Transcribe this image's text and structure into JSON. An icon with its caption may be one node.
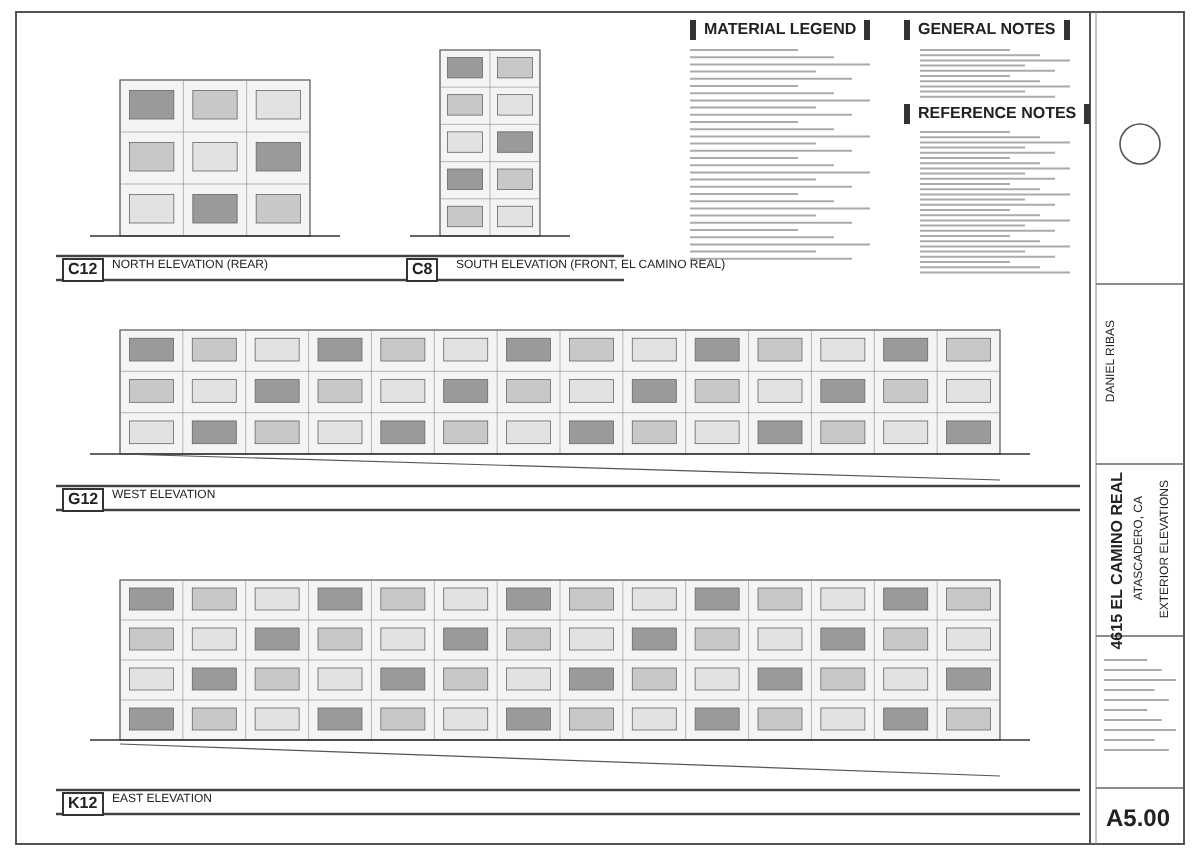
{
  "diagram": {
    "labels": [
      "C12",
      "NORTH ELEVATION (REAR)",
      "C8",
      "SOUTH ELEVATION (FRONT, EL CAMINO REAL)",
      "MATERIAL LEGEND",
      "GENERAL NOTES",
      "REFERENCE NOTES",
      "G12",
      "WEST ELEVATION",
      "DANIEL RIBAS",
      "4615 EL CAMINO REAL",
      "ATASCADERO, CA",
      "EXTERIOR ELEVATIONS",
      "K12",
      "EAST ELEVATION",
      "A5.00"
    ]
  }
}
